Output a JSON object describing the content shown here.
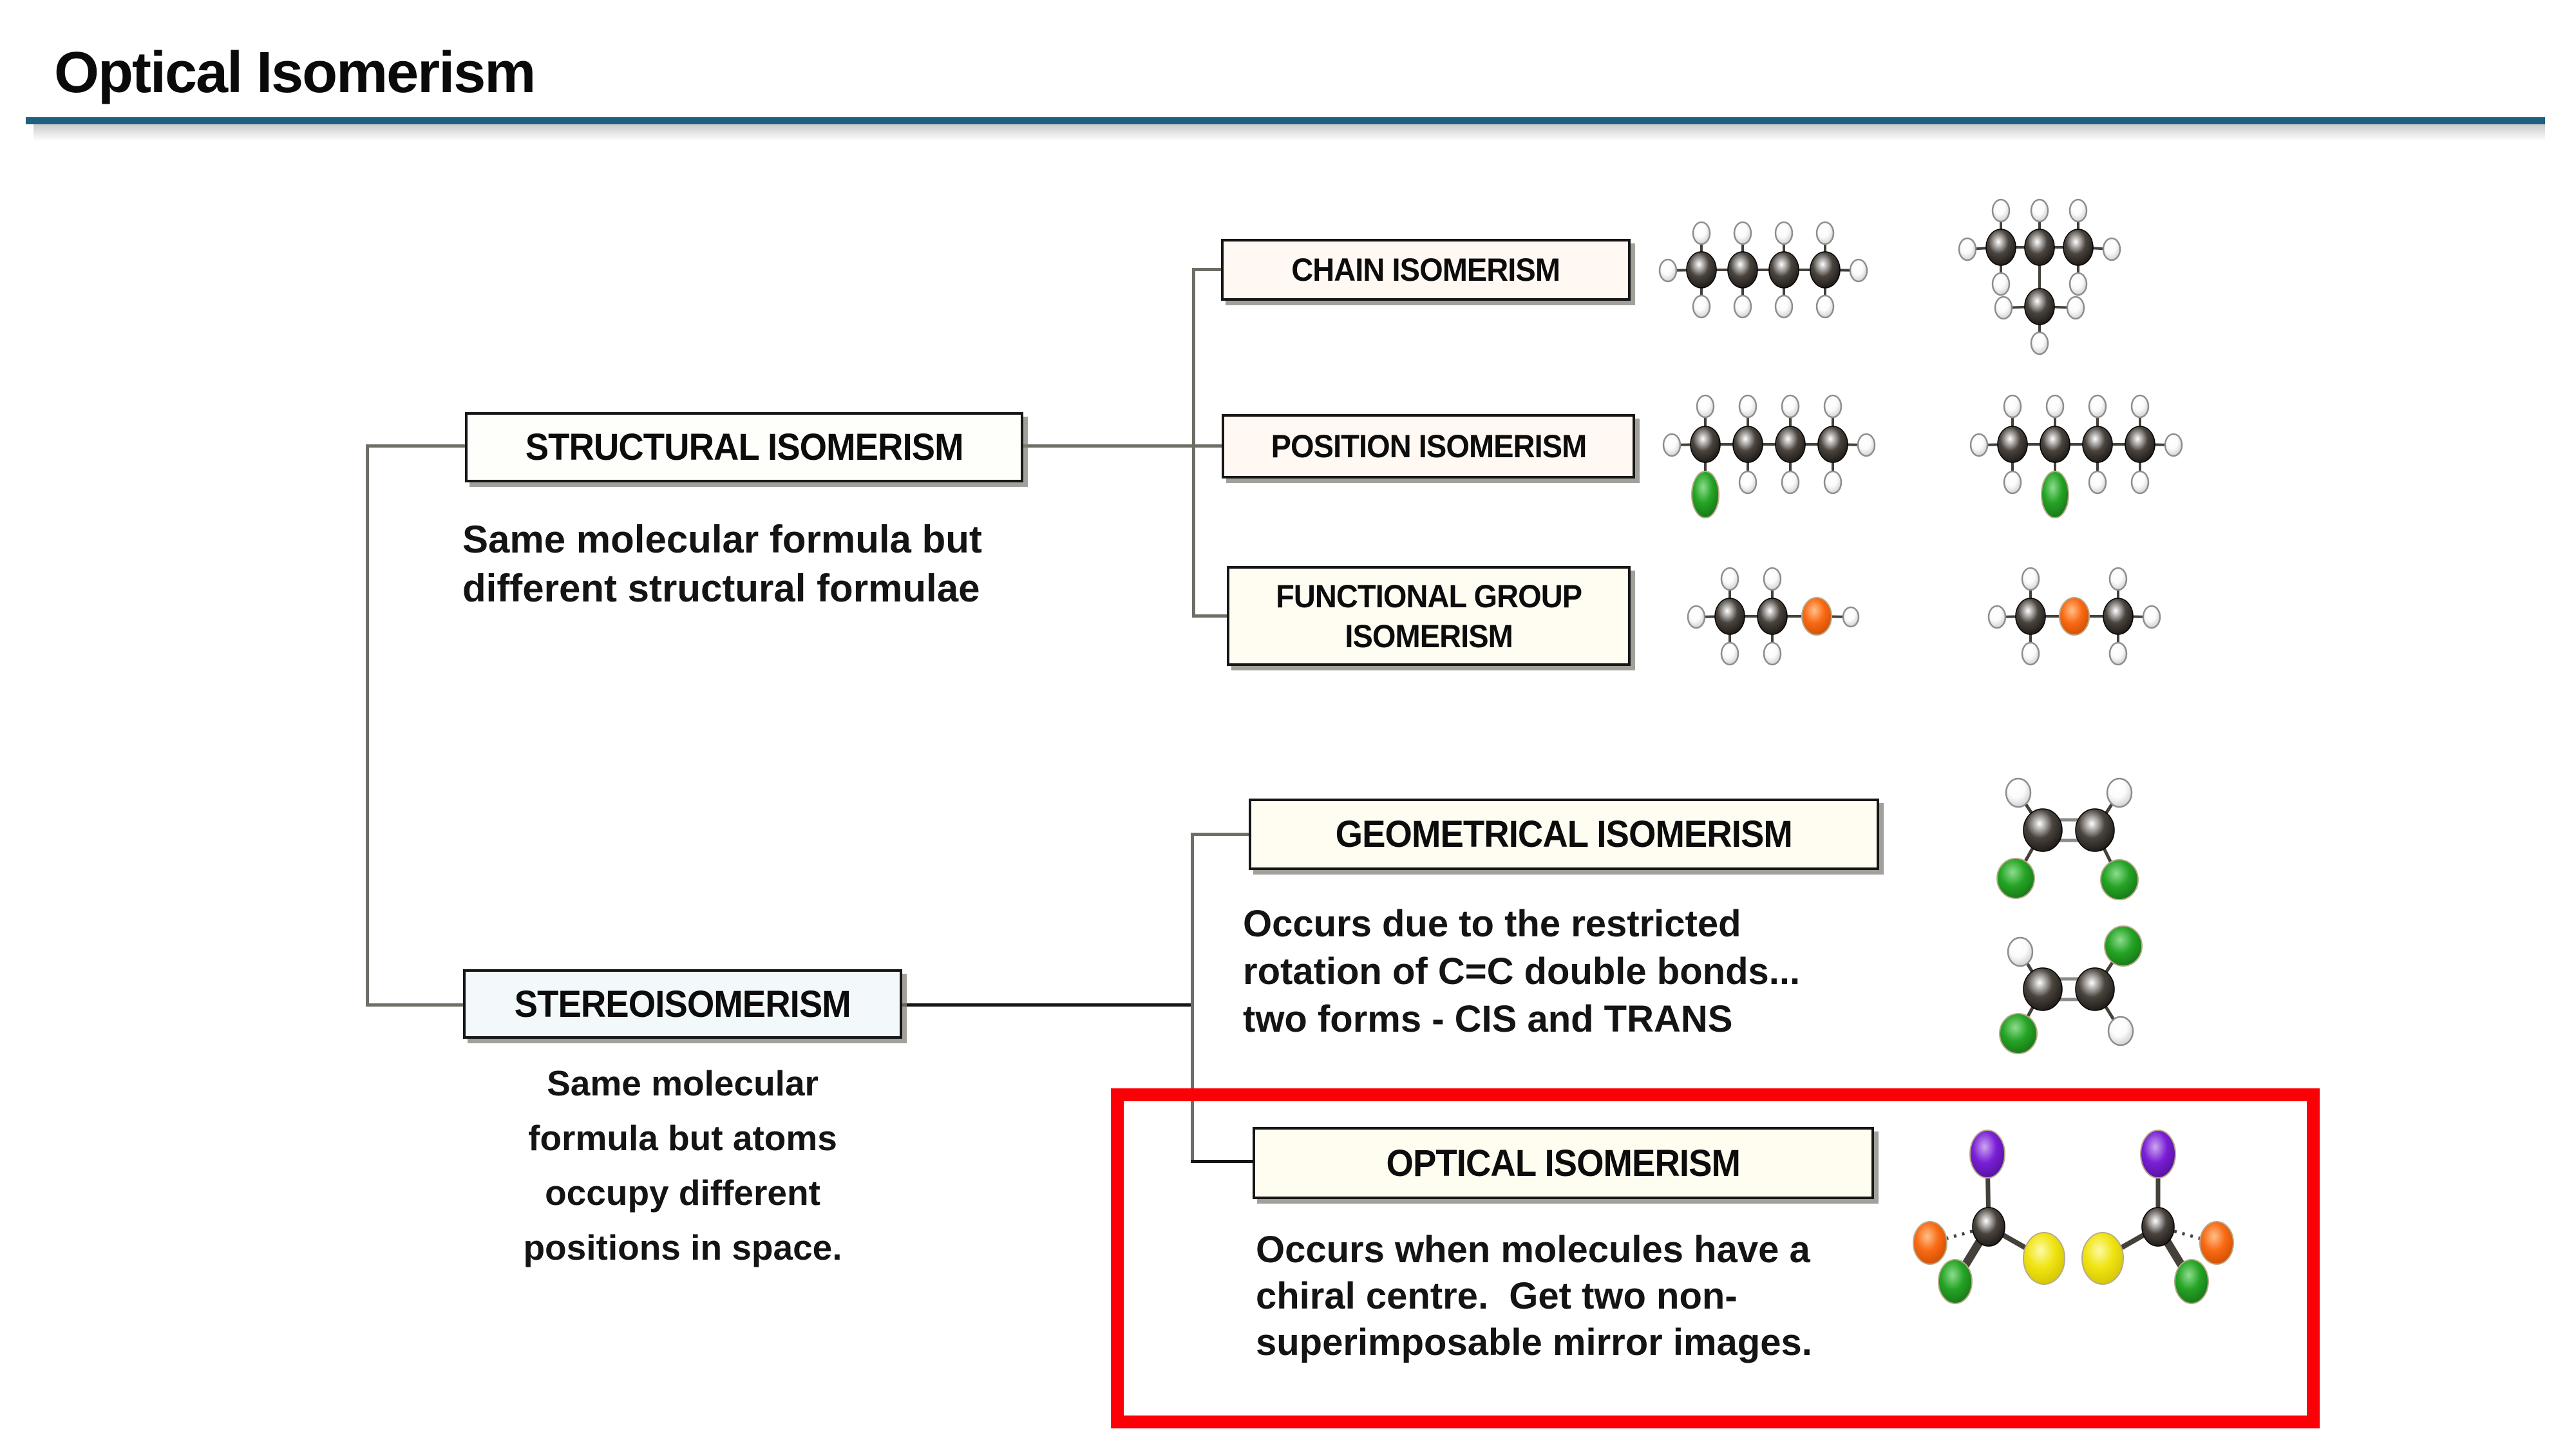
{
  "page": {
    "title": "Optical Isomerism",
    "accent_color": "#20607f",
    "highlight_color": "#fb0006",
    "background": "#ffffff"
  },
  "tree": {
    "structural": {
      "label": "STRUCTURAL ISOMERISM",
      "description": [
        "Same molecular formula but",
        "different structural formulae"
      ]
    },
    "chain": {
      "label": "CHAIN ISOMERISM"
    },
    "position": {
      "label": "POSITION ISOMERISM"
    },
    "functional": {
      "label": [
        "FUNCTIONAL GROUP",
        "ISOMERISM"
      ]
    },
    "stereo": {
      "label": "STEREOISOMERISM",
      "description": [
        "Same molecular",
        "formula but atoms",
        "occupy different",
        "positions in space."
      ]
    },
    "geometrical": {
      "label": "GEOMETRICAL ISOMERISM",
      "description": [
        "Occurs due to the restricted",
        "rotation of C=C double bonds...",
        "two forms - CIS and TRANS"
      ]
    },
    "optical": {
      "label": "OPTICAL ISOMERISM",
      "description": [
        "Occurs when molecules have a",
        "chiral centre.  Get two non-",
        "superimposable mirror images."
      ]
    }
  },
  "molecules": {
    "chain_examples": [
      "butane-model",
      "methylpropane-model"
    ],
    "position_examples": [
      "halide-on-carbon-1-model",
      "halide-on-carbon-2-model"
    ],
    "functional_examples": [
      "alcohol-model",
      "ether-model"
    ],
    "geometrical_examples": [
      "cis-model",
      "trans-model"
    ],
    "optical_examples": [
      "mirror-image-left-model",
      "mirror-image-right-model"
    ],
    "atom_colors": {
      "carbon": "#14100d",
      "carbon_light": "#4a443e",
      "hydrogen": "#fbfbfb",
      "hydrogen_shade": "#c6c6c6",
      "green": "#25a425",
      "green_light": "#8fdc8f",
      "green_dark": "#156e15",
      "orange": "#f96a14",
      "orange_light": "#ffc089",
      "purple": "#7a1fd6",
      "purple_light": "#cda7ef",
      "yellow": "#f0e413",
      "yellow_light": "#fdfaa8",
      "bond": "#44403a"
    }
  }
}
